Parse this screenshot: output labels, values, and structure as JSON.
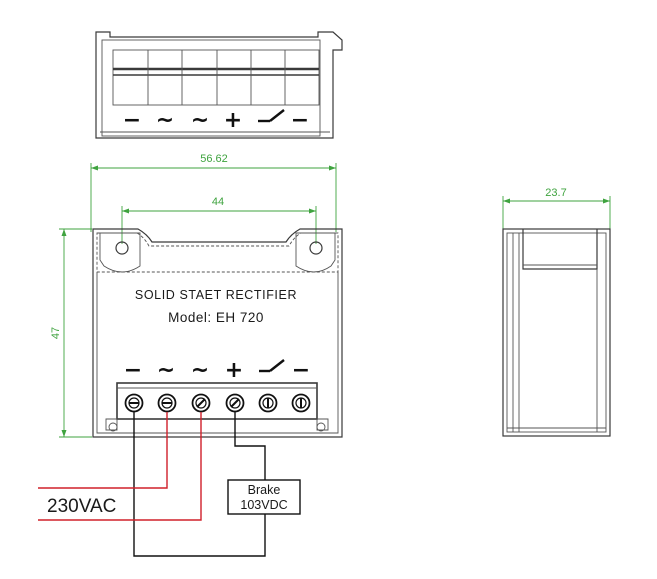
{
  "top_view": {
    "terminal_symbols": [
      "−",
      "~",
      "~",
      "+",
      "⌐",
      "−"
    ]
  },
  "front_view": {
    "title": "SOLID STAET RECTIFIER",
    "model": "Model:  EH 720",
    "terminal_symbols": [
      "−",
      "~",
      "~",
      "+",
      "⌐",
      "−"
    ]
  },
  "dimensions": {
    "width_total": "56.62",
    "hole_spacing": "44",
    "height": "47",
    "depth": "23.7"
  },
  "wiring": {
    "supply_label": "230VAC",
    "load_line1": "Brake",
    "load_line2": "103VDC"
  },
  "colors": {
    "dimension": "#3fa33f",
    "supply_wire": "#d0202a",
    "dc_wire": "#111111"
  }
}
